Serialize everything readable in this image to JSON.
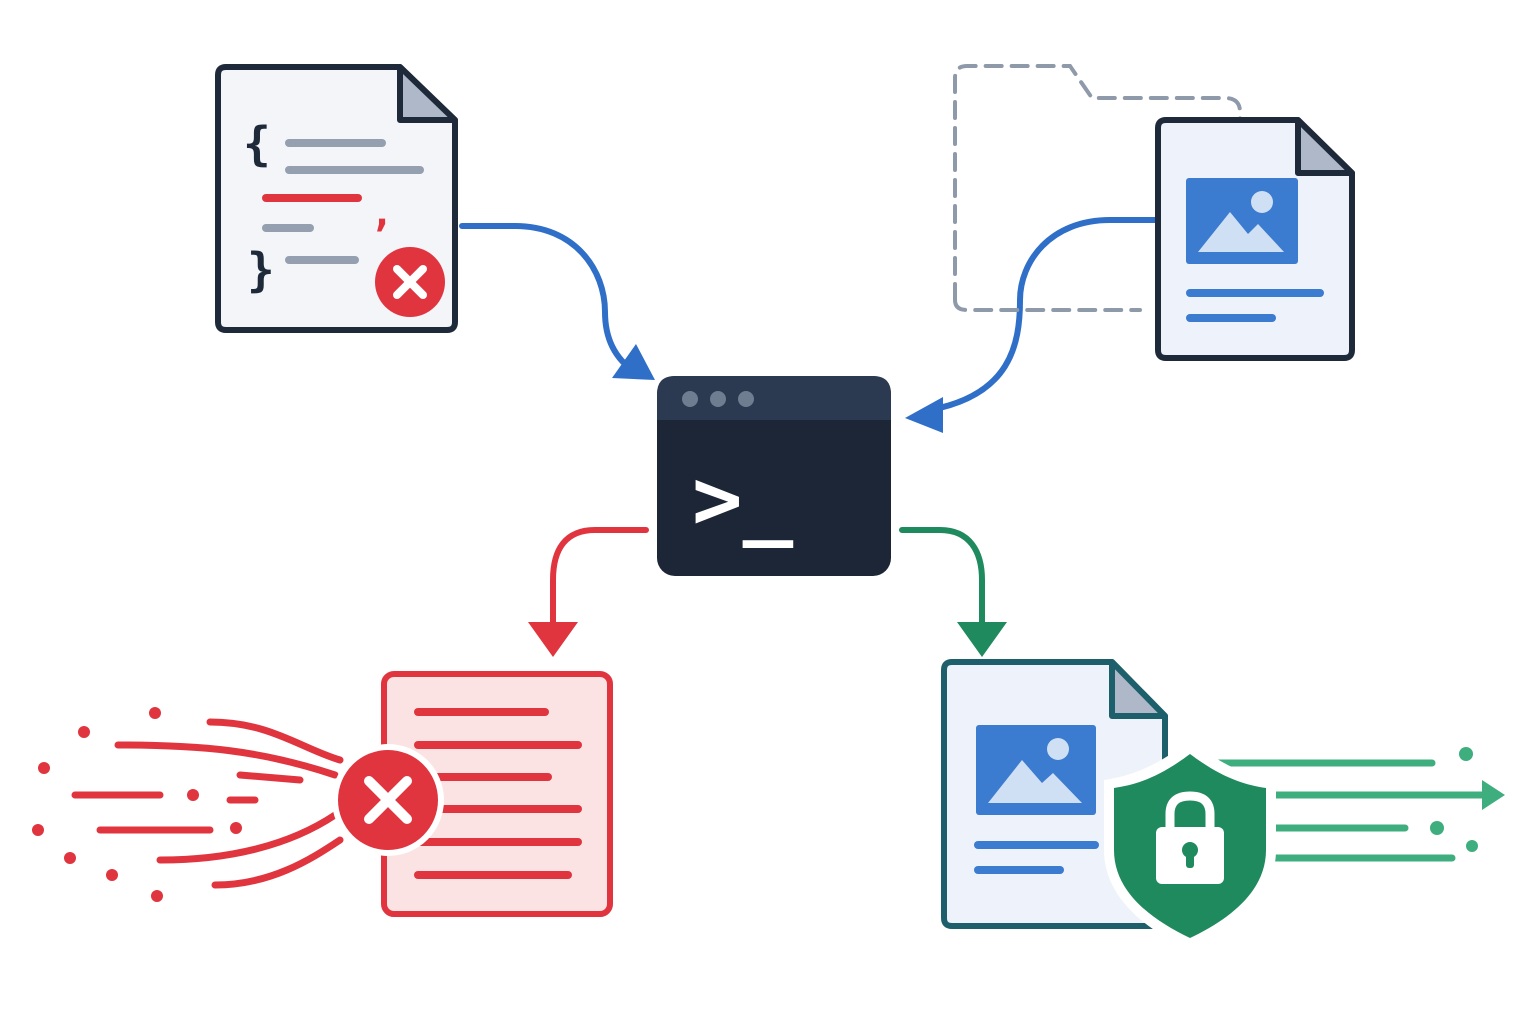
{
  "colors": {
    "background": "#ffffff",
    "outline": "#1e2a3a",
    "flow_blue": "#2f6fc8",
    "error_red": "#e0353f",
    "error_fill": "#fbe3e4",
    "success_green": "#1f8a5e",
    "success_outline": "#1d5f6b",
    "doc_fill": "#f3f5f9",
    "doc_fill_blue": "#eef3fb",
    "gray_line": "#94a0b0",
    "folder_dash": "#8e9aaa",
    "image_blue": "#3b7bd0",
    "image_light": "#cfe0f4",
    "terminal_body": "#1c2636",
    "terminal_bar": "#2b3a50",
    "terminal_dot": "#6f7d91",
    "terminal_text": "#ffffff"
  },
  "nodes": {
    "source_code_file": {
      "icon": "code-file-icon",
      "open_brace": "{",
      "close_brace": "}",
      "comma": ",",
      "badge_icon": "error-badge-icon"
    },
    "image_file": {
      "icon": "image-file-icon",
      "folder_icon": "dashed-folder-icon"
    },
    "terminal": {
      "icon": "terminal-window-icon",
      "prompt": ">_"
    },
    "rejected_output": {
      "icon": "rejected-document-icon",
      "badge_icon": "error-badge-icon",
      "effect": "dissolving-stream"
    },
    "secured_output": {
      "icon": "secured-image-file-icon",
      "badge_icon": "shield-lock-icon",
      "effect": "outgoing-stream"
    }
  },
  "edges": [
    {
      "from": "source_code_file",
      "to": "terminal",
      "color": "flow_blue"
    },
    {
      "from": "image_file",
      "to": "terminal",
      "color": "flow_blue"
    },
    {
      "from": "terminal",
      "to": "rejected_output",
      "color": "error_red"
    },
    {
      "from": "terminal",
      "to": "secured_output",
      "color": "success_green"
    }
  ]
}
